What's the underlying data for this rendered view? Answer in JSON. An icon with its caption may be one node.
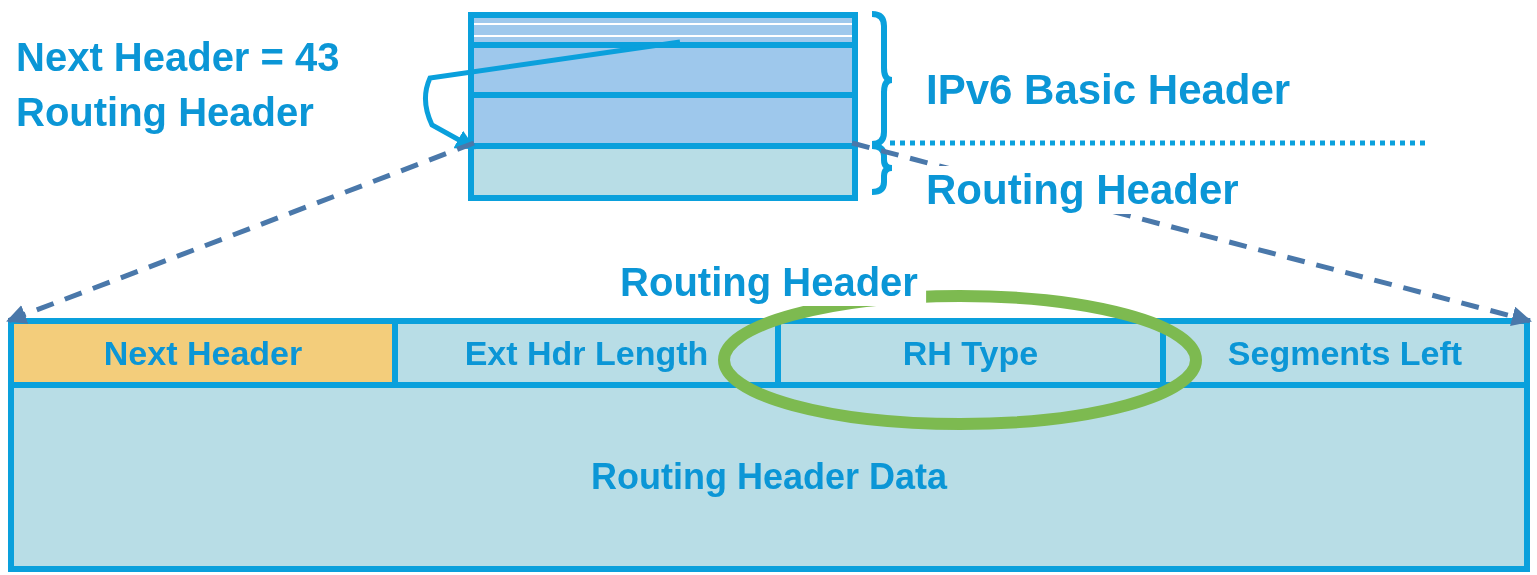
{
  "diagram": {
    "nodes": [
      {
        "text": [],
        "shape": "box"
      },
      {
        "text": [],
        "shape": "box",
        "in": 0
      },
      {
        "text": [],
        "shape": "box",
        "in": 0
      },
      {
        "text": [
          "Routing Header"
        ]
      },
      {
        "text": [
          "Next Header"
        ],
        "in": 3
      },
      {
        "text": [
          "Ext Hdr Length"
        ],
        "in": 3
      },
      {
        "text": [
          "RH Type"
        ],
        "in": 3
      },
      {
        "text": [
          "Segments Left"
        ],
        "in": 3
      },
      {
        "text": [
          "Routing Header Data"
        ],
        "in": 3
      }
    ],
    "edges": [
      {
        "from": 1,
        "to": 2,
        "arrow": "to"
      },
      {
        "from": 2,
        "to": 3,
        "arrow": "to",
        "style": "dashed",
        "color": "#4a78aa"
      },
      {
        "from": 2,
        "to": 3,
        "arrow": "to",
        "style": "dashed",
        "color": "#4a78aa"
      }
    ],
    "labels": [
      "Next Header = 43",
      "Routing Header",
      "IPv6 Basic Header",
      "Routing Header"
    ]
  }
}
